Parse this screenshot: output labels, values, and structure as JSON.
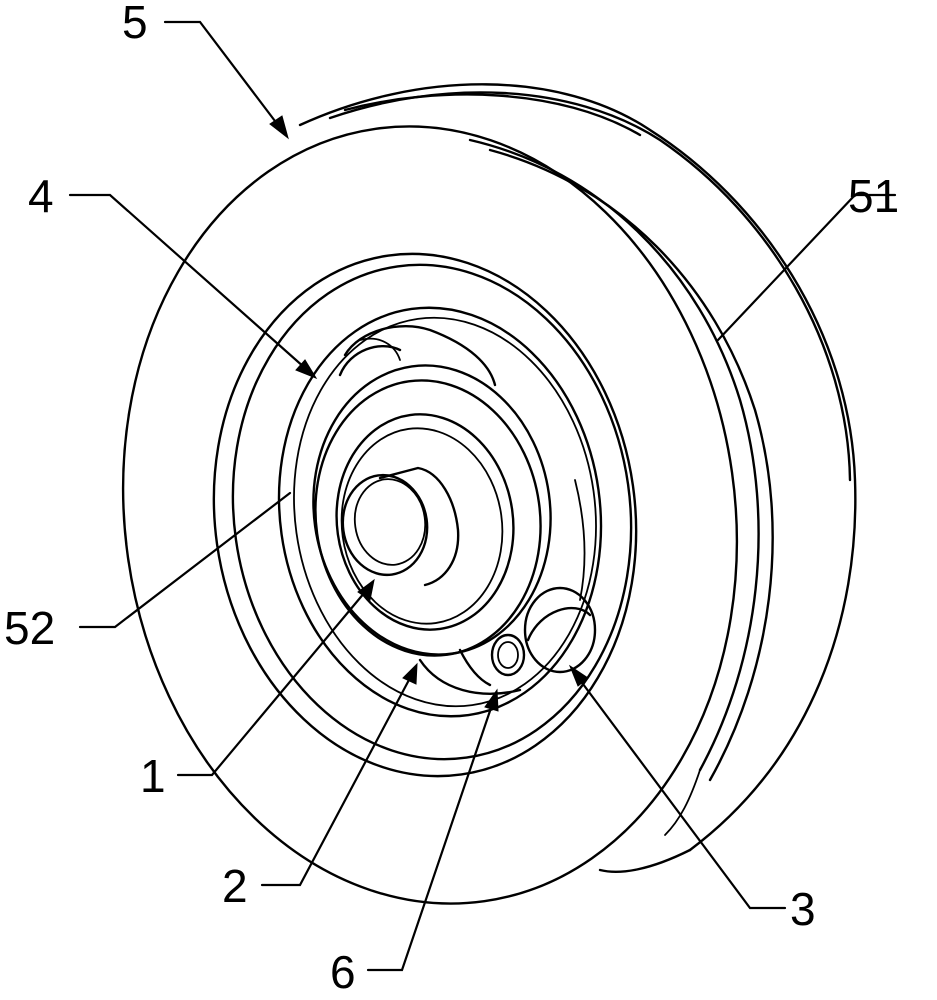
{
  "figure": {
    "labels": {
      "l5": "5",
      "l4": "4",
      "l51": "51",
      "l52": "52",
      "l1": "1",
      "l2": "2",
      "l3": "3",
      "l6": "6"
    }
  }
}
